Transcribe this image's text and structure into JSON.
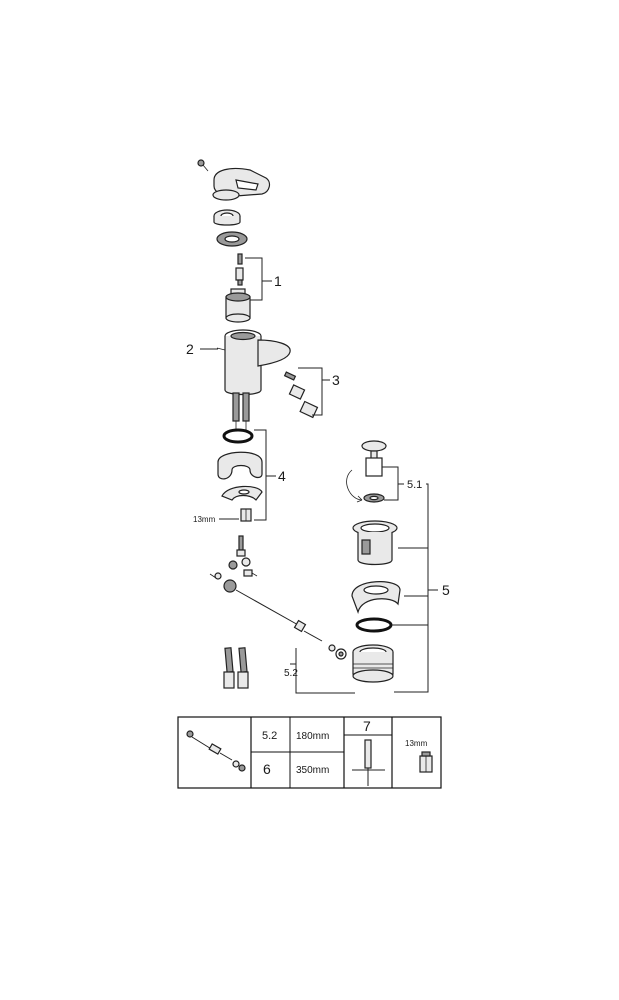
{
  "callouts": {
    "c1": "1",
    "c2": "2",
    "c3": "3",
    "c4": "4",
    "c5": "5",
    "c51": "5.1",
    "c52": "5.2",
    "wrench_size": "13mm"
  },
  "table": {
    "row1_label": "5.2",
    "row1_length": "180mm",
    "row2_label": "6",
    "row2_length": "350mm",
    "tool_label": "7",
    "wrench_size": "13mm"
  }
}
